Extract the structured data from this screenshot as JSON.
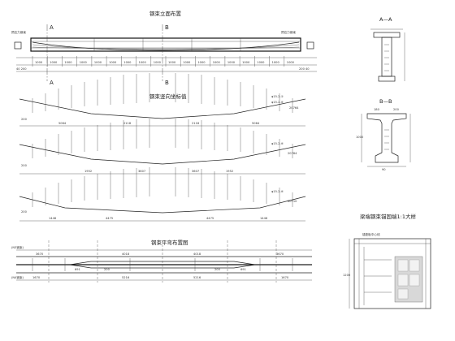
{
  "titles": {
    "elevation": "钢束立面布置",
    "vertical_coords": "钢束竖向坐标值",
    "plan": "钢束平弯布置图",
    "detail": "梁端钢束锚固端1:1大样"
  },
  "section_marks": {
    "a": "A",
    "b": "B",
    "a_a": "A—A",
    "b_b": "B—B"
  },
  "elevation": {
    "left_label": "预应力钢束",
    "right_label": "预应力钢束",
    "bottom_left": "40 200",
    "bottom_right": "200 40",
    "dims": [
      "1000",
      "1000",
      "1000",
      "1000",
      "1000",
      "1000",
      "1000",
      "1000",
      "1000",
      "1000",
      "1000",
      "1000",
      "1000",
      "1000",
      "1000",
      "1000",
      "1000",
      "1000"
    ]
  },
  "tendon_profiles": [
    {
      "callouts": [
        "φ15.2-① ",
        "φ15.2-⑥"
      ],
      "dims": [
        "5064",
        "2118",
        "2118",
        "5064"
      ],
      "total": "20764",
      "left_dim": "200"
    },
    {
      "callouts": [
        "φ15.2-⑥"
      ],
      "dims": [
        "1952",
        "3607",
        "3607",
        "1952"
      ],
      "total": "20764",
      "left_dim": "200"
    },
    {
      "callouts": [
        "φ15.2-⑥"
      ],
      "dims": [
        "1446",
        "4475",
        "4475",
        "1446"
      ],
      "total": "20710",
      "left_dim": "200"
    }
  ],
  "plan": {
    "top_left": "(N3钢束)",
    "bottom_left": "(N4钢束)",
    "top_dims": [
      "3670",
      "4018",
      "4018",
      "3670"
    ],
    "mid_dims": [
      "691",
      "200",
      "200",
      "691"
    ],
    "bottom_dims": [
      "1670",
      "5216",
      "5216",
      "1670"
    ]
  },
  "section_b": {
    "dims": [
      "180",
      "200",
      "1000",
      "90"
    ]
  },
  "detail": {
    "label": "锚垫板中心线",
    "height": "1200"
  }
}
